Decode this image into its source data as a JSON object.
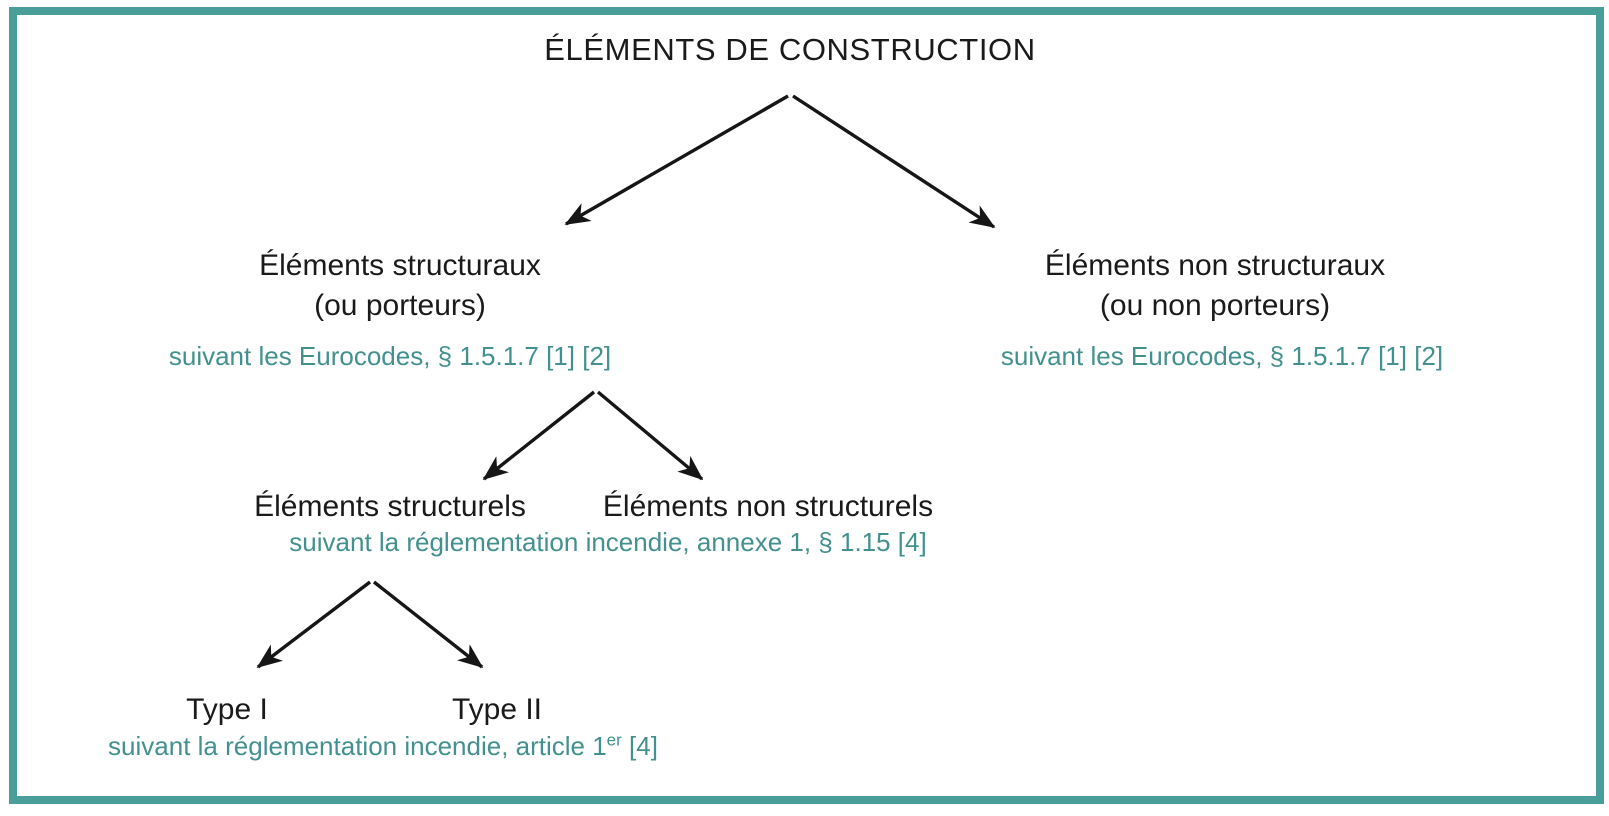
{
  "colors": {
    "frame_border": "#4a9e99",
    "note_teal": "#43918e",
    "text_black": "#1a1a1a",
    "arrow_black": "#161616"
  },
  "tree": {
    "root_label": "ÉLÉMENTS DE CONSTRUCTION",
    "structuraux": {
      "line1": "Éléments structuraux",
      "line2": "(ou porteurs)",
      "note": "suivant les Eurocodes, § 1.5.1.7 [1] [2]"
    },
    "non_structuraux": {
      "line1": "Éléments non structuraux",
      "line2": "(ou non porteurs)",
      "note": "suivant les Eurocodes, § 1.5.1.7 [1] [2]"
    },
    "structurels": {
      "label": "Éléments structurels"
    },
    "non_structurels": {
      "label": "Éléments non structurels"
    },
    "incendie_note": "suivant la réglementation incendie, annexe 1, § 1.15 [4]",
    "type_i": {
      "label": "Type I"
    },
    "type_ii": {
      "label": "Type II"
    },
    "article_note": {
      "prefix": "suivant la réglementation incendie, article 1",
      "sup": "er",
      "suffix": " [4]"
    }
  }
}
